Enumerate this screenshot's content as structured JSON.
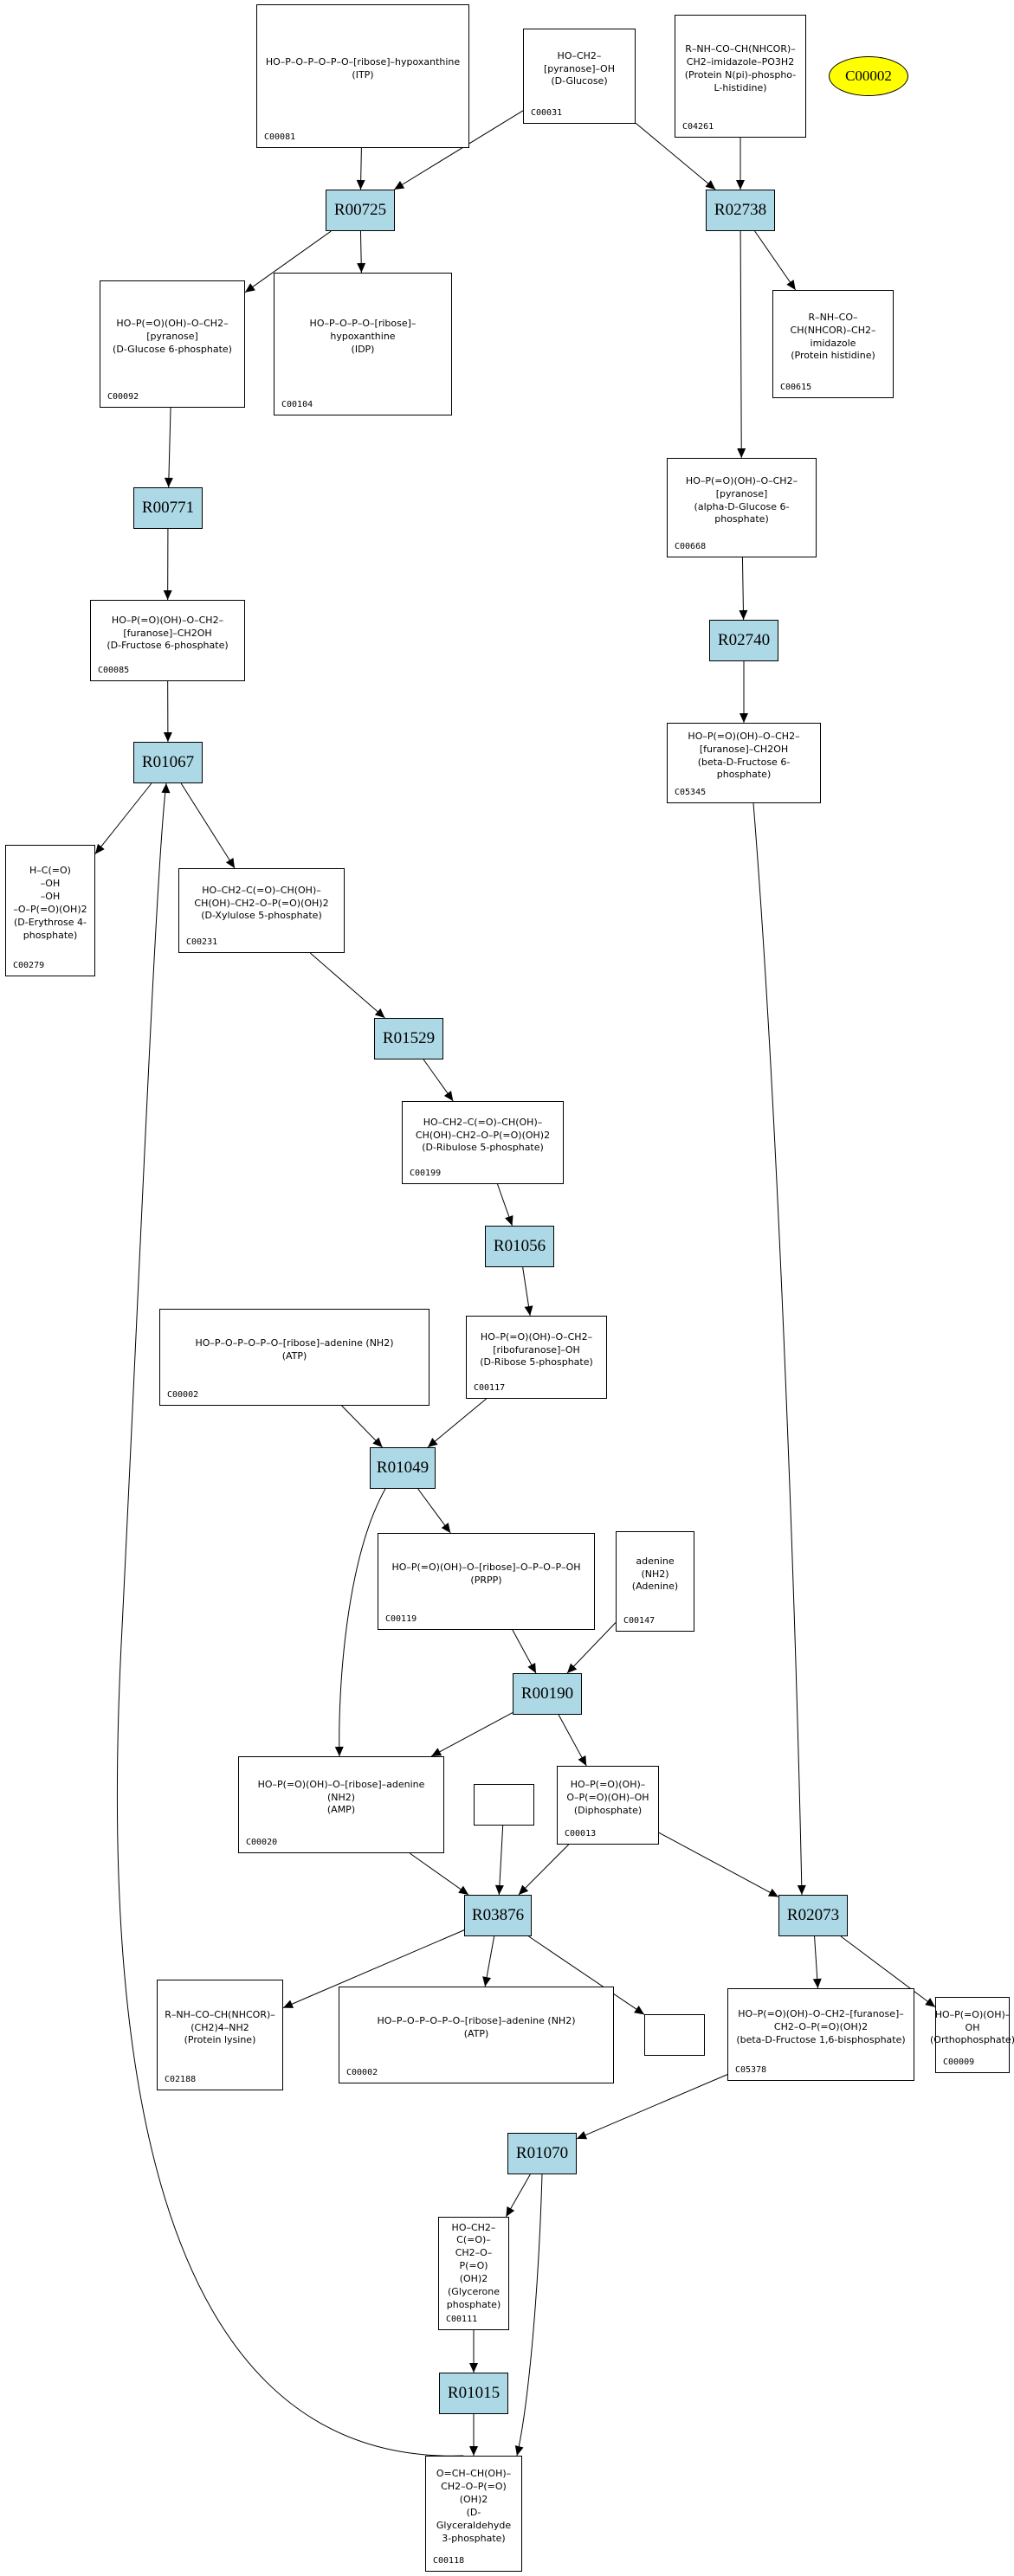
{
  "diagram": {
    "type": "metabolic-pathway-graph",
    "legend_node": {
      "id": "C00002",
      "label": "C00002",
      "color": "#ffff00"
    },
    "reaction_color": "#add8e6",
    "reactions": [
      {
        "id": "R00725",
        "label": "R00725"
      },
      {
        "id": "R02738",
        "label": "R02738"
      },
      {
        "id": "R00771",
        "label": "R00771"
      },
      {
        "id": "R02740",
        "label": "R02740"
      },
      {
        "id": "R01067",
        "label": "R01067"
      },
      {
        "id": "R01529",
        "label": "R01529"
      },
      {
        "id": "R01056",
        "label": "R01056"
      },
      {
        "id": "R01049",
        "label": "R01049"
      },
      {
        "id": "R00190",
        "label": "R00190"
      },
      {
        "id": "R03876",
        "label": "R03876"
      },
      {
        "id": "R02073",
        "label": "R02073"
      },
      {
        "id": "R01070",
        "label": "R01070"
      },
      {
        "id": "R01015",
        "label": "R01015"
      }
    ],
    "compounds": [
      {
        "key": "C00081",
        "label": "C00081",
        "structure": "HO–P–O–P–O–P–O–[ribose]–hypoxanthine\n(ITP)"
      },
      {
        "key": "C00031",
        "label": "C00031",
        "structure": "HO–CH2–[pyranose]–OH\n(D-Glucose)"
      },
      {
        "key": "C04261",
        "label": "C04261",
        "structure": "R–NH–CO–CH(NHCOR)–CH2–imidazole–PO3H2\n(Protein N(pi)-phospho-L-histidine)"
      },
      {
        "key": "C00092",
        "label": "C00092",
        "structure": "HO–P(=O)(OH)–O–CH2–[pyranose]\n(D-Glucose 6-phosphate)"
      },
      {
        "key": "C00104",
        "label": "C00104",
        "structure": "HO–P–O–P–O–[ribose]–hypoxanthine\n(IDP)"
      },
      {
        "key": "C00615",
        "label": "C00615",
        "structure": "R–NH–CO–CH(NHCOR)–CH2–imidazole\n(Protein histidine)"
      },
      {
        "key": "C00668",
        "label": "C00668",
        "structure": "HO–P(=O)(OH)–O–CH2–[pyranose]\n(alpha-D-Glucose 6-phosphate)"
      },
      {
        "key": "C00085",
        "label": "C00085",
        "structure": "HO–P(=O)(OH)–O–CH2–[furanose]–CH2OH\n(D-Fructose 6-phosphate)"
      },
      {
        "key": "C05345",
        "label": "C05345",
        "structure": "HO–P(=O)(OH)–O–CH2–[furanose]–CH2OH\n(beta-D-Fructose 6-phosphate)"
      },
      {
        "key": "C00279",
        "label": "C00279",
        "structure": "H–C(=O)\n–OH\n–OH\n–O–P(=O)(OH)2\n(D-Erythrose 4-phosphate)"
      },
      {
        "key": "C00231",
        "label": "C00231",
        "structure": "HO–CH2–C(=O)–CH(OH)–CH(OH)–CH2–O–P(=O)(OH)2\n(D-Xylulose 5-phosphate)"
      },
      {
        "key": "C00199",
        "label": "C00199",
        "structure": "HO–CH2–C(=O)–CH(OH)–CH(OH)–CH2–O–P(=O)(OH)2\n(D-Ribulose 5-phosphate)"
      },
      {
        "key": "C00002a",
        "label": "C00002",
        "structure": "HO–P–O–P–O–P–O–[ribose]–adenine (NH2)\n(ATP)"
      },
      {
        "key": "C00117",
        "label": "C00117",
        "structure": "HO–P(=O)(OH)–O–CH2–[ribofuranose]–OH\n(D-Ribose 5-phosphate)"
      },
      {
        "key": "C00119",
        "label": "C00119",
        "structure": "HO–P(=O)(OH)–O–[ribose]–O–P–O–P–OH\n(PRPP)"
      },
      {
        "key": "C00147",
        "label": "C00147",
        "structure": "adenine (NH2)\n(Adenine)"
      },
      {
        "key": "C00020",
        "label": "C00020",
        "structure": "HO–P(=O)(OH)–O–[ribose]–adenine (NH2)\n(AMP)"
      },
      {
        "key": "C00013",
        "label": "C00013",
        "structure": "HO–P(=O)(OH)–O–P(=O)(OH)–OH\n(Diphosphate)"
      },
      {
        "key": "C02188",
        "label": "C02188",
        "structure": "R–NH–CO–CH(NHCOR)–(CH2)4–NH2\n(Protein lysine)"
      },
      {
        "key": "C00002b",
        "label": "C00002",
        "structure": "HO–P–O–P–O–P–O–[ribose]–adenine (NH2)\n(ATP)"
      },
      {
        "key": "C05378",
        "label": "C05378",
        "structure": "HO–P(=O)(OH)–O–CH2–[furanose]–CH2–O–P(=O)(OH)2\n(beta-D-Fructose 1,6-bisphosphate)"
      },
      {
        "key": "C00009",
        "label": "C00009",
        "structure": "HO–P(=O)(OH)–OH\n(Orthophosphate)"
      },
      {
        "key": "C00111",
        "label": "C00111",
        "structure": "HO–CH2–C(=O)–CH2–O–P(=O)(OH)2\n(Glycerone phosphate)"
      },
      {
        "key": "C00118",
        "label": "C00118",
        "structure": "O=CH–CH(OH)–CH2–O–P(=O)(OH)2\n(D-Glyceraldehyde 3-phosphate)"
      }
    ],
    "unlabeled_boxes": [
      "blank-input-R03876",
      "blank-output-R03876"
    ],
    "edges": [
      [
        "C00081",
        "R00725"
      ],
      [
        "C00031",
        "R00725"
      ],
      [
        "R00725",
        "C00092"
      ],
      [
        "R00725",
        "C00104"
      ],
      [
        "C00031",
        "R02738"
      ],
      [
        "C04261",
        "R02738"
      ],
      [
        "R02738",
        "C00615"
      ],
      [
        "R02738",
        "C00668"
      ],
      [
        "C00092",
        "R00771"
      ],
      [
        "R00771",
        "C00085"
      ],
      [
        "C00668",
        "R02740"
      ],
      [
        "R02740",
        "C05345"
      ],
      [
        "C00085",
        "R01067"
      ],
      [
        "R01067",
        "C00279"
      ],
      [
        "R01067",
        "C00231"
      ],
      [
        "C00118",
        "R01067"
      ],
      [
        "C00231",
        "R01529"
      ],
      [
        "R01529",
        "C00199"
      ],
      [
        "C00199",
        "R01056"
      ],
      [
        "R01056",
        "C00117"
      ],
      [
        "C00002a",
        "R01049"
      ],
      [
        "C00117",
        "R01049"
      ],
      [
        "R01049",
        "C00119"
      ],
      [
        "R01049",
        "C00020"
      ],
      [
        "C00119",
        "R00190"
      ],
      [
        "C00147",
        "R00190"
      ],
      [
        "R00190",
        "C00020"
      ],
      [
        "R00190",
        "C00013"
      ],
      [
        "C00020",
        "R03876"
      ],
      [
        "BLANK1",
        "R03876"
      ],
      [
        "C00013",
        "R03876"
      ],
      [
        "R03876",
        "C02188"
      ],
      [
        "R03876",
        "C00002b"
      ],
      [
        "R03876",
        "BLANK2"
      ],
      [
        "C00013",
        "R02073"
      ],
      [
        "C05345",
        "R02073"
      ],
      [
        "R02073",
        "C05378"
      ],
      [
        "R02073",
        "C00009"
      ],
      [
        "C05378",
        "R01070"
      ],
      [
        "R01070",
        "C00111"
      ],
      [
        "R01070",
        "C00118"
      ],
      [
        "C00111",
        "R01015"
      ],
      [
        "R01015",
        "C00118"
      ]
    ]
  }
}
